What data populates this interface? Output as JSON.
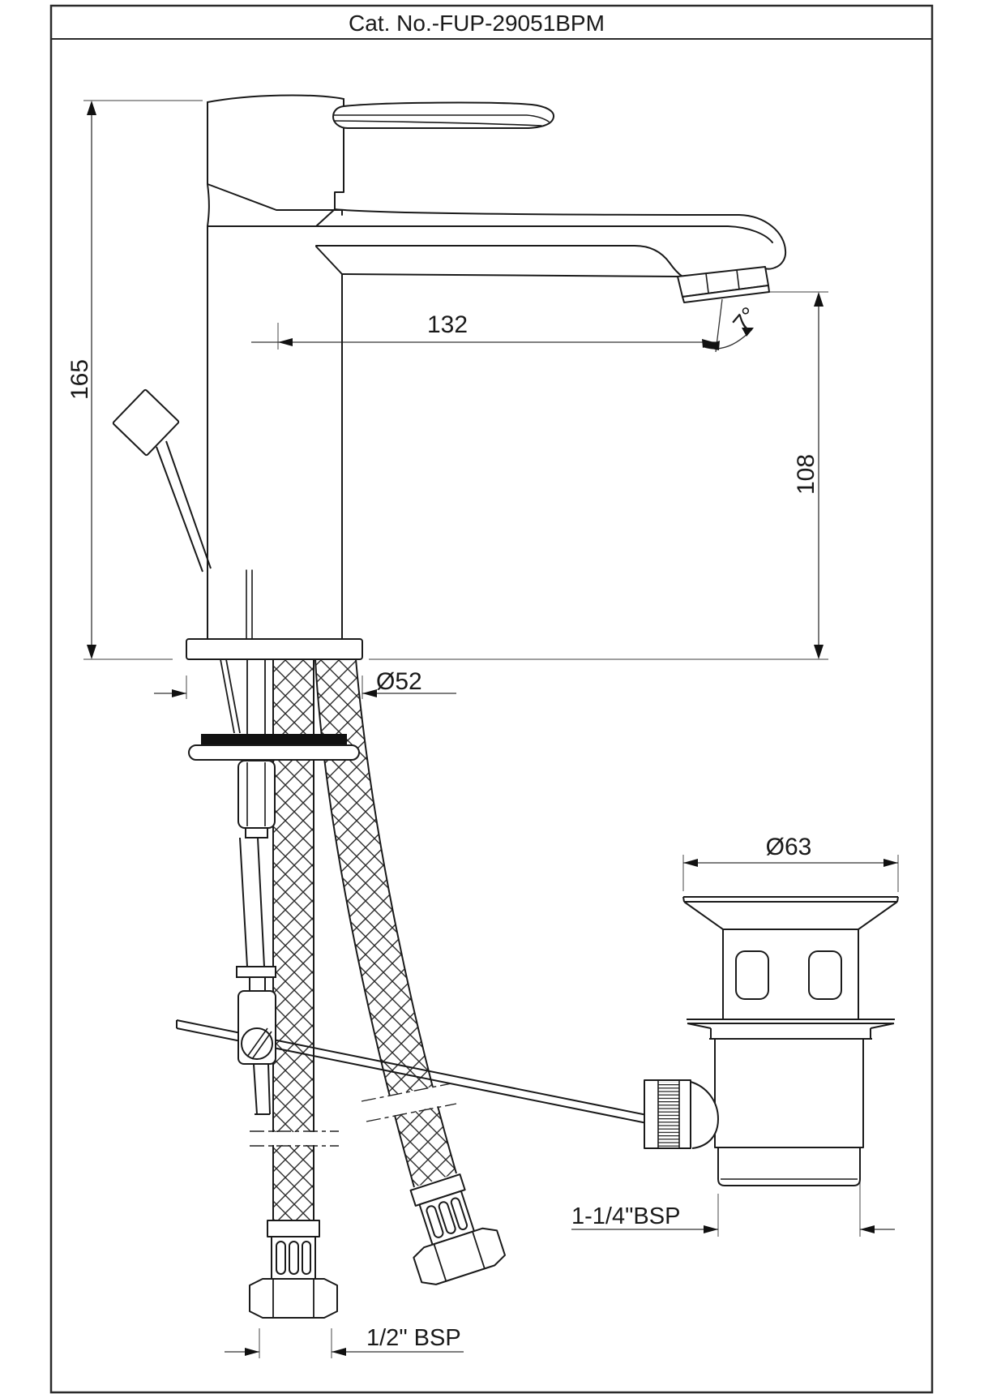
{
  "title": "Cat. No.-FUP-29051BPM",
  "drawing_type": "faucet technical dimension drawing",
  "dimensions": {
    "overall_height": "165",
    "spout_reach": "132",
    "spout_height": "108",
    "spout_angle": "7°",
    "base_diameter": "Ø52",
    "waste_flange_diameter": "Ø63",
    "waste_thread_size": "1-1/4\"BSP",
    "hose_thread_size": "1/2\" BSP"
  }
}
